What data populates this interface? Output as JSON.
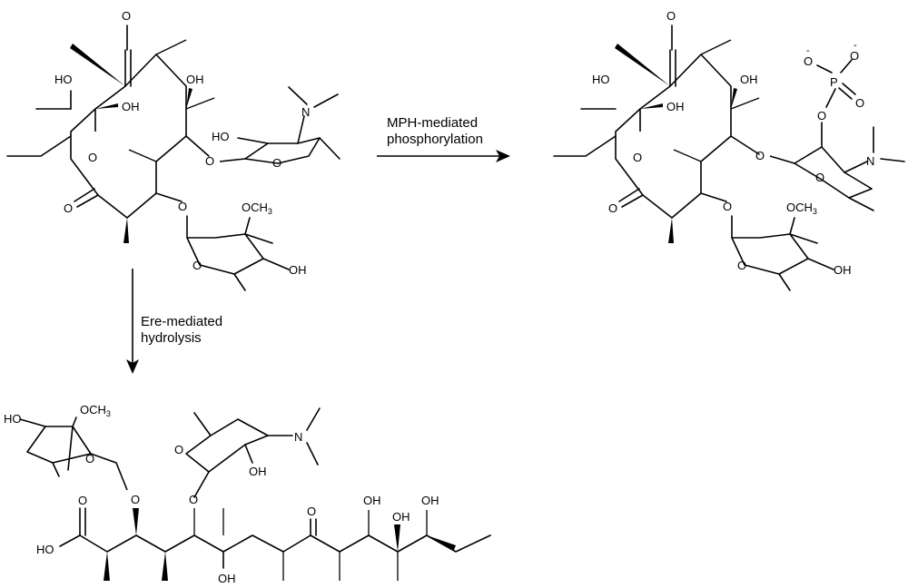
{
  "reactions": {
    "phosphorylation": {
      "line1": "MPH-mediated",
      "line2": "phosphorylation"
    },
    "hydrolysis": {
      "line1": "Ere-mediated",
      "line2": "hydrolysis"
    }
  },
  "atoms": {
    "O": "O",
    "OH": "OH",
    "HO": "HO",
    "N": "N",
    "P": "P",
    "OCH": "OCH",
    "three": "3",
    "minus": "-"
  }
}
